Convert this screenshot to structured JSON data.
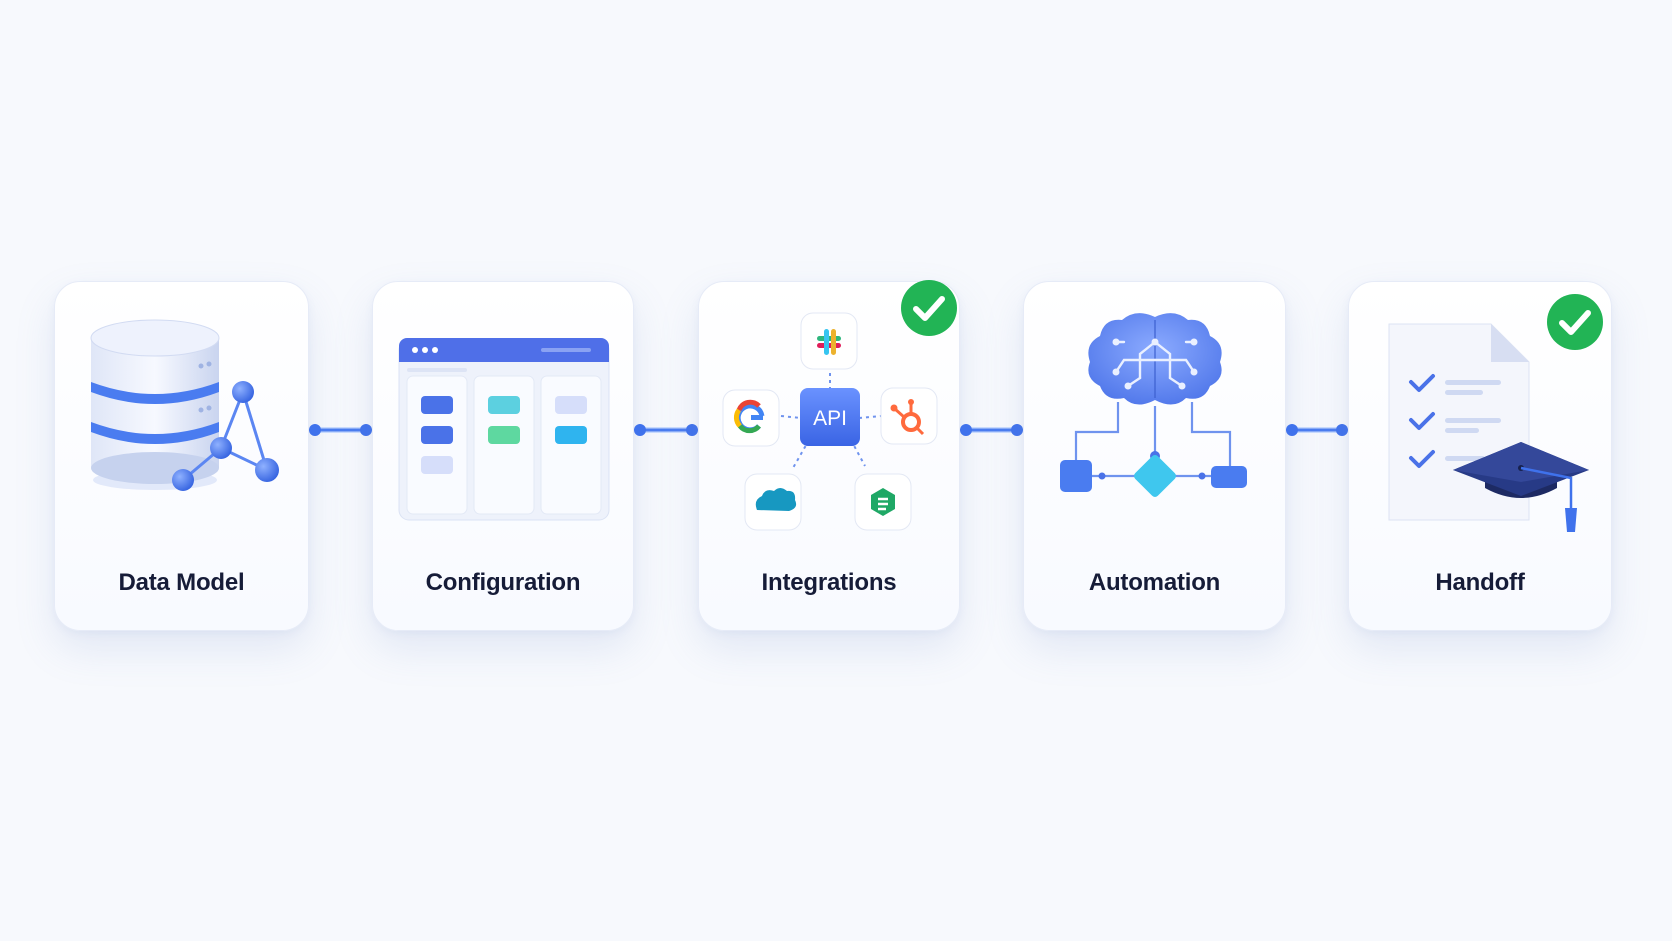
{
  "steps": [
    {
      "label": "Data Model",
      "icon": "database-network-icon",
      "completed": false
    },
    {
      "label": "Configuration",
      "icon": "config-window-icon",
      "completed": false
    },
    {
      "label": "Integrations",
      "icon": "api-integrations-icon",
      "completed": true,
      "api_label": "API"
    },
    {
      "label": "Automation",
      "icon": "ai-brain-workflow-icon",
      "completed": false
    },
    {
      "label": "Handoff",
      "icon": "checklist-graduation-icon",
      "completed": true
    }
  ],
  "colors": {
    "primary_blue": "#4a7cf0",
    "dark_navy": "#1e2a5a",
    "check_green": "#22b455",
    "label_text": "#161c38",
    "card_border": "#e6ebf7"
  }
}
